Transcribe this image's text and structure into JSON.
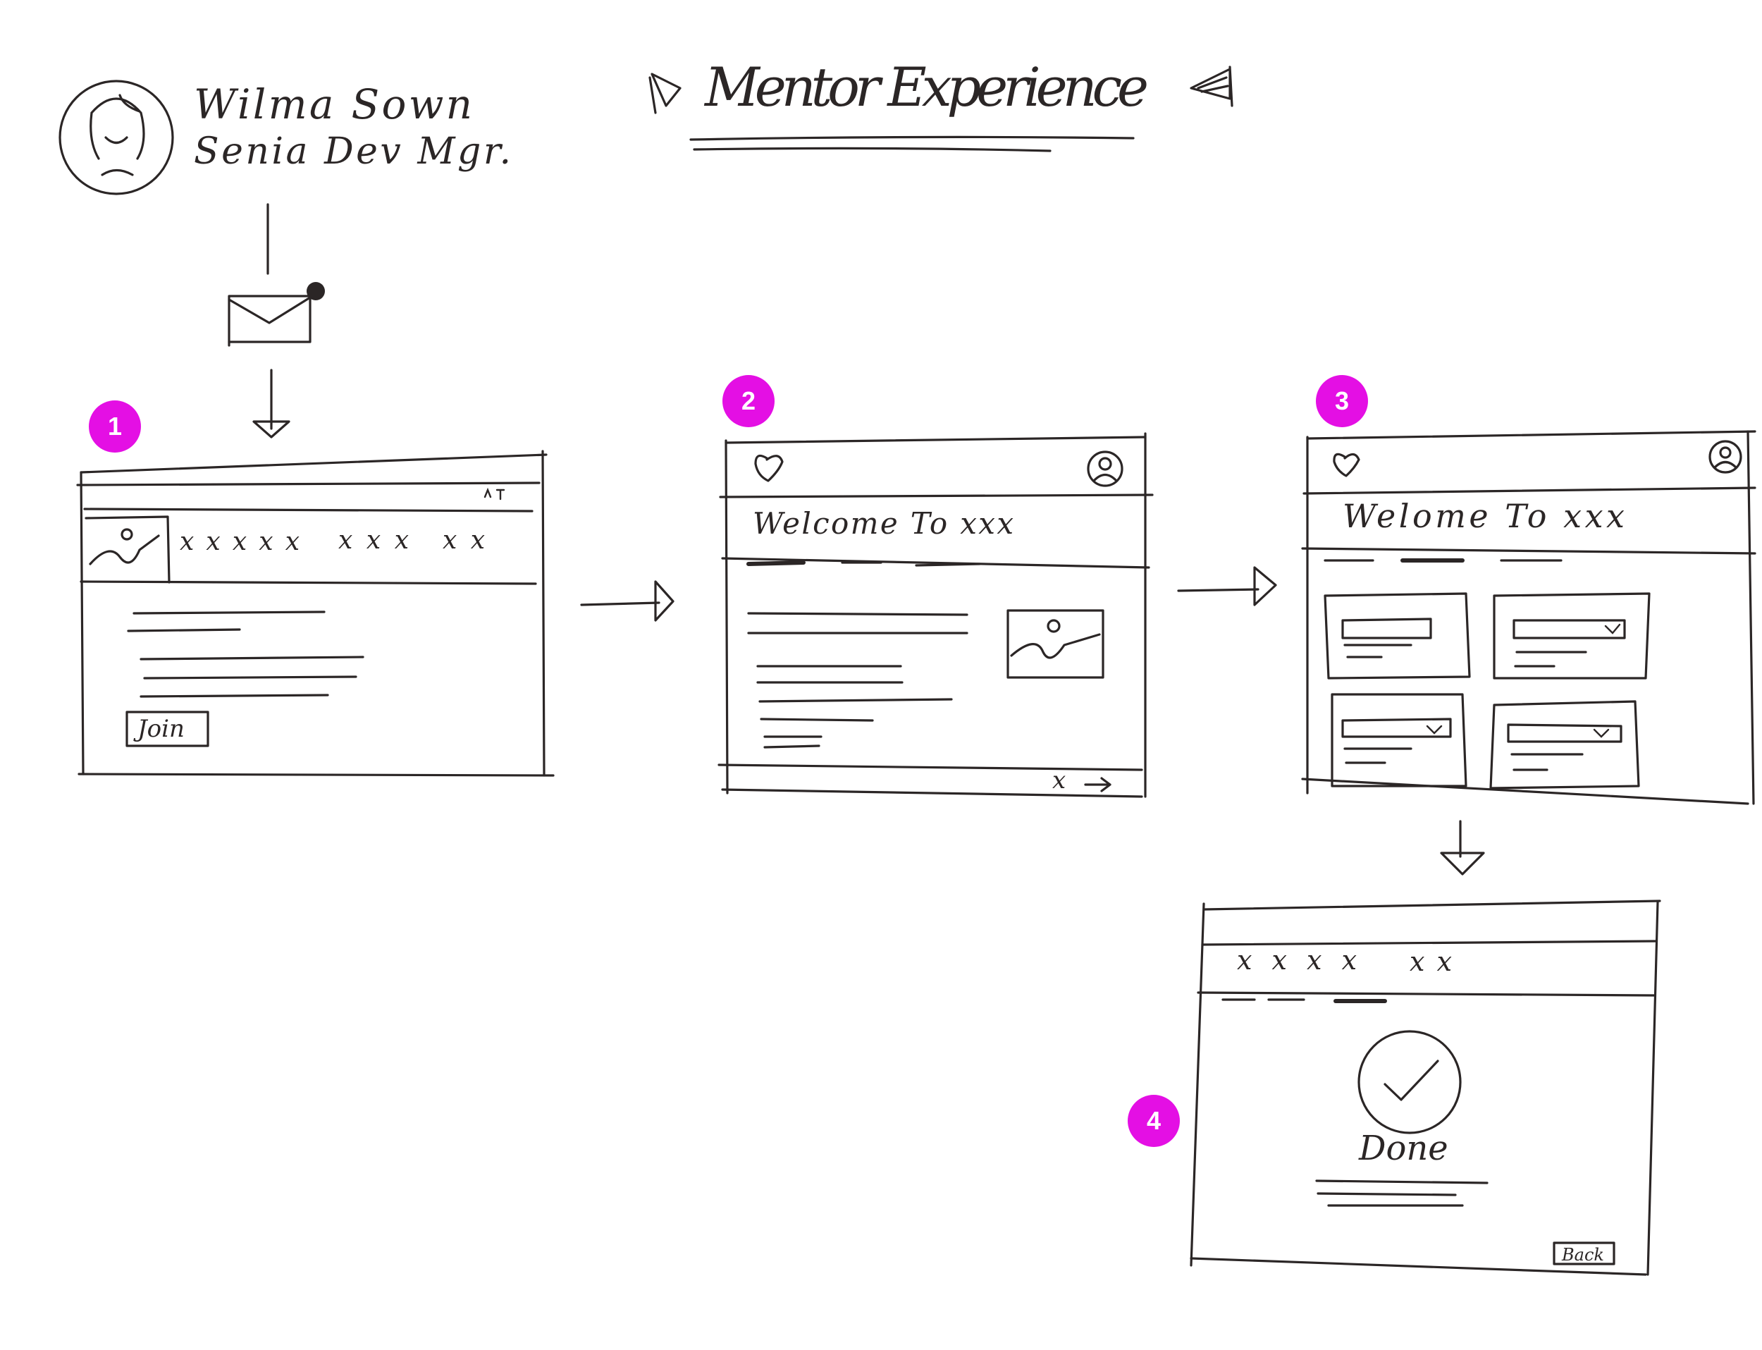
{
  "title": "Mentor Experience",
  "persona": {
    "name": "Wilma Sown",
    "role": "Senia Dev Mgr."
  },
  "steps": [
    {
      "number": "1",
      "header_placeholders": [
        "x x x x x",
        "x x x",
        "x x"
      ],
      "button_label": "Join"
    },
    {
      "number": "2",
      "heading": "Welcome To xxx",
      "footer_placeholder": "x"
    },
    {
      "number": "3",
      "heading": "Welome To xxx"
    },
    {
      "number": "4",
      "header_placeholders": [
        "x x x x",
        "x x"
      ],
      "status_text": "Done",
      "button_label": "Back"
    }
  ],
  "colors": {
    "ink": "#2b2626",
    "badge": "#e40fe4",
    "background": "#ffffff"
  },
  "icons": [
    "avatar-sketch",
    "envelope-icon",
    "heart-icon",
    "user-icon",
    "image-placeholder-icon",
    "check-circle-icon",
    "chevron-down-icon",
    "arrow-right-icon"
  ]
}
